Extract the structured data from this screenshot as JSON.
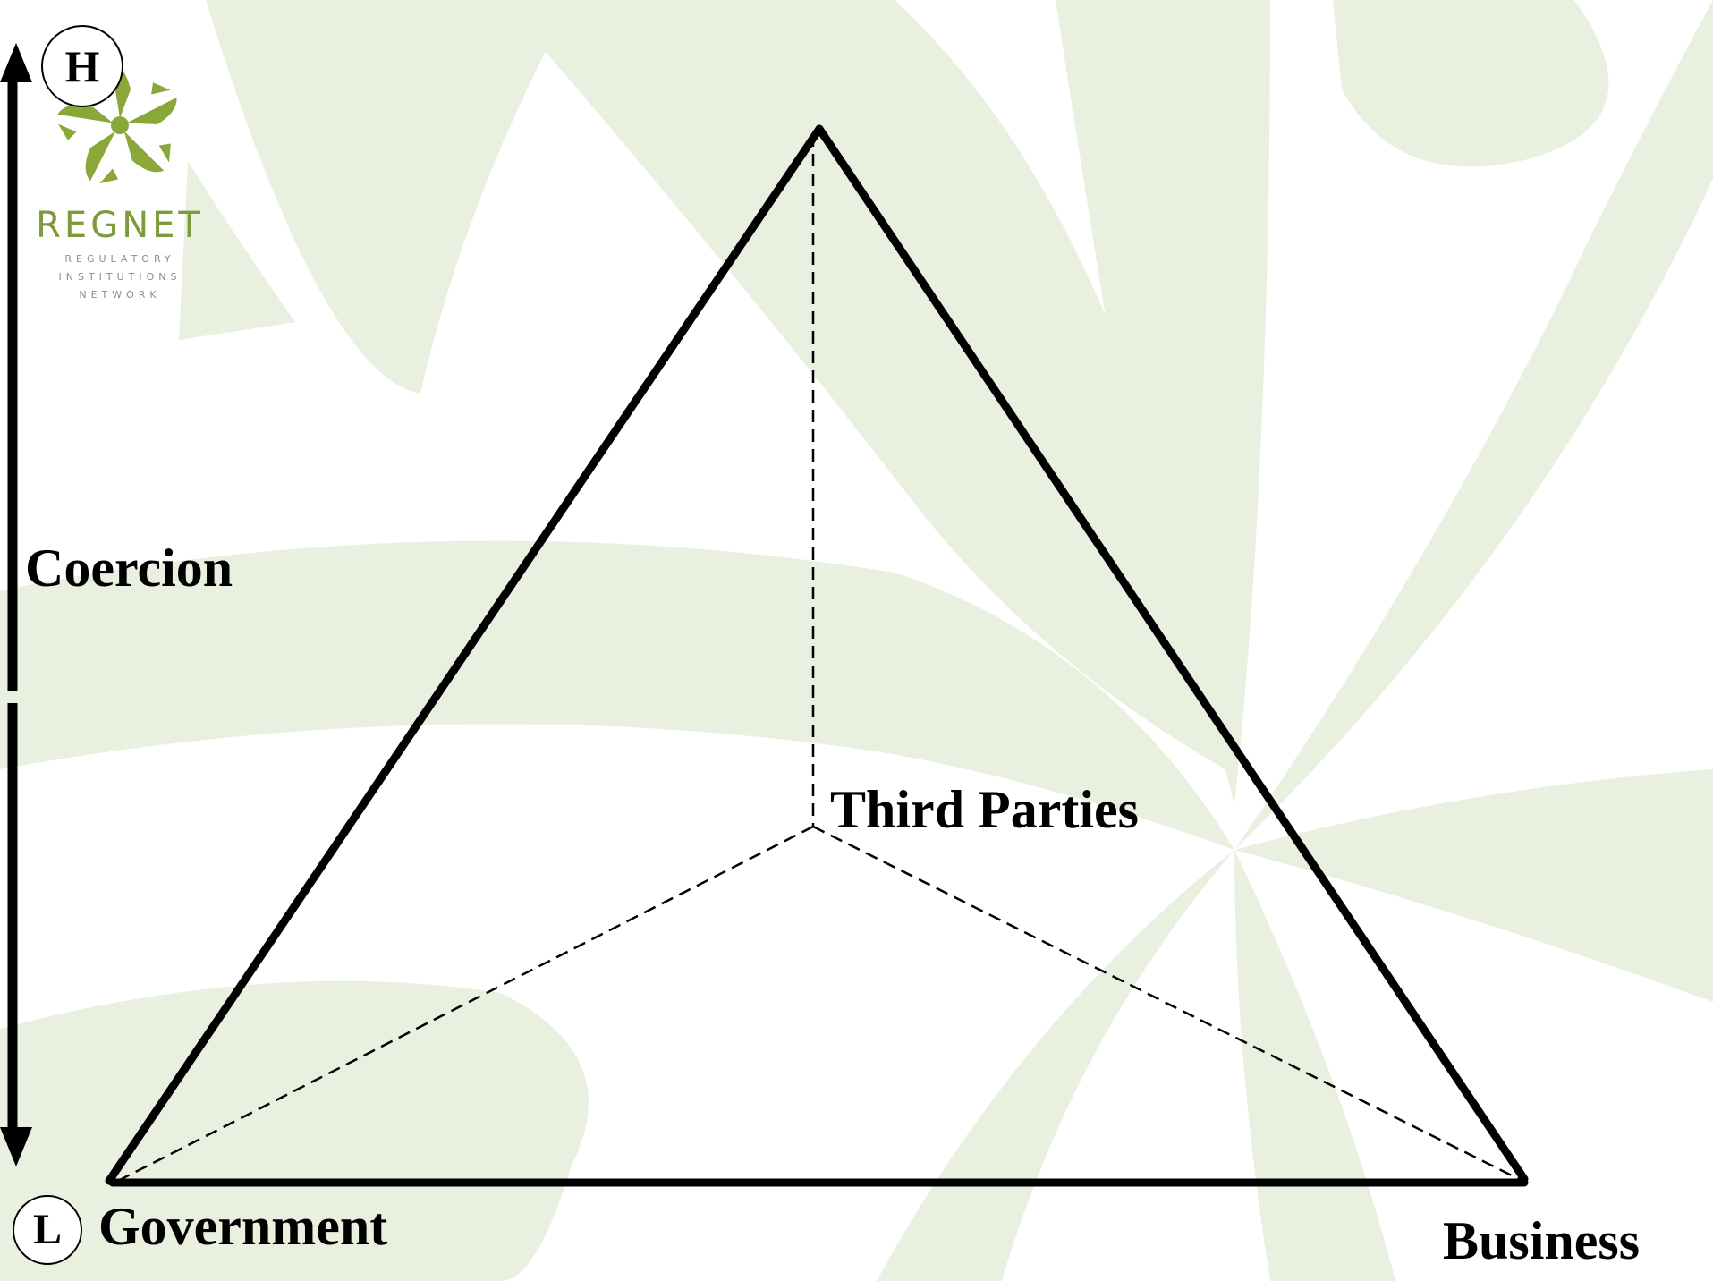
{
  "axis": {
    "label": "Coercion",
    "high_marker": "H",
    "low_marker": "L"
  },
  "pyramid": {
    "apex_label": "Third Parties",
    "left_label": "Government",
    "right_label": "Business"
  },
  "logo": {
    "name": "REGNET",
    "lines": [
      "REGULATORY",
      "INSTITUTIONS",
      "NETWORK"
    ]
  },
  "colors": {
    "background_art": "#eaf0e0",
    "logo_green": "#7f9a3a",
    "line": "#000000"
  }
}
